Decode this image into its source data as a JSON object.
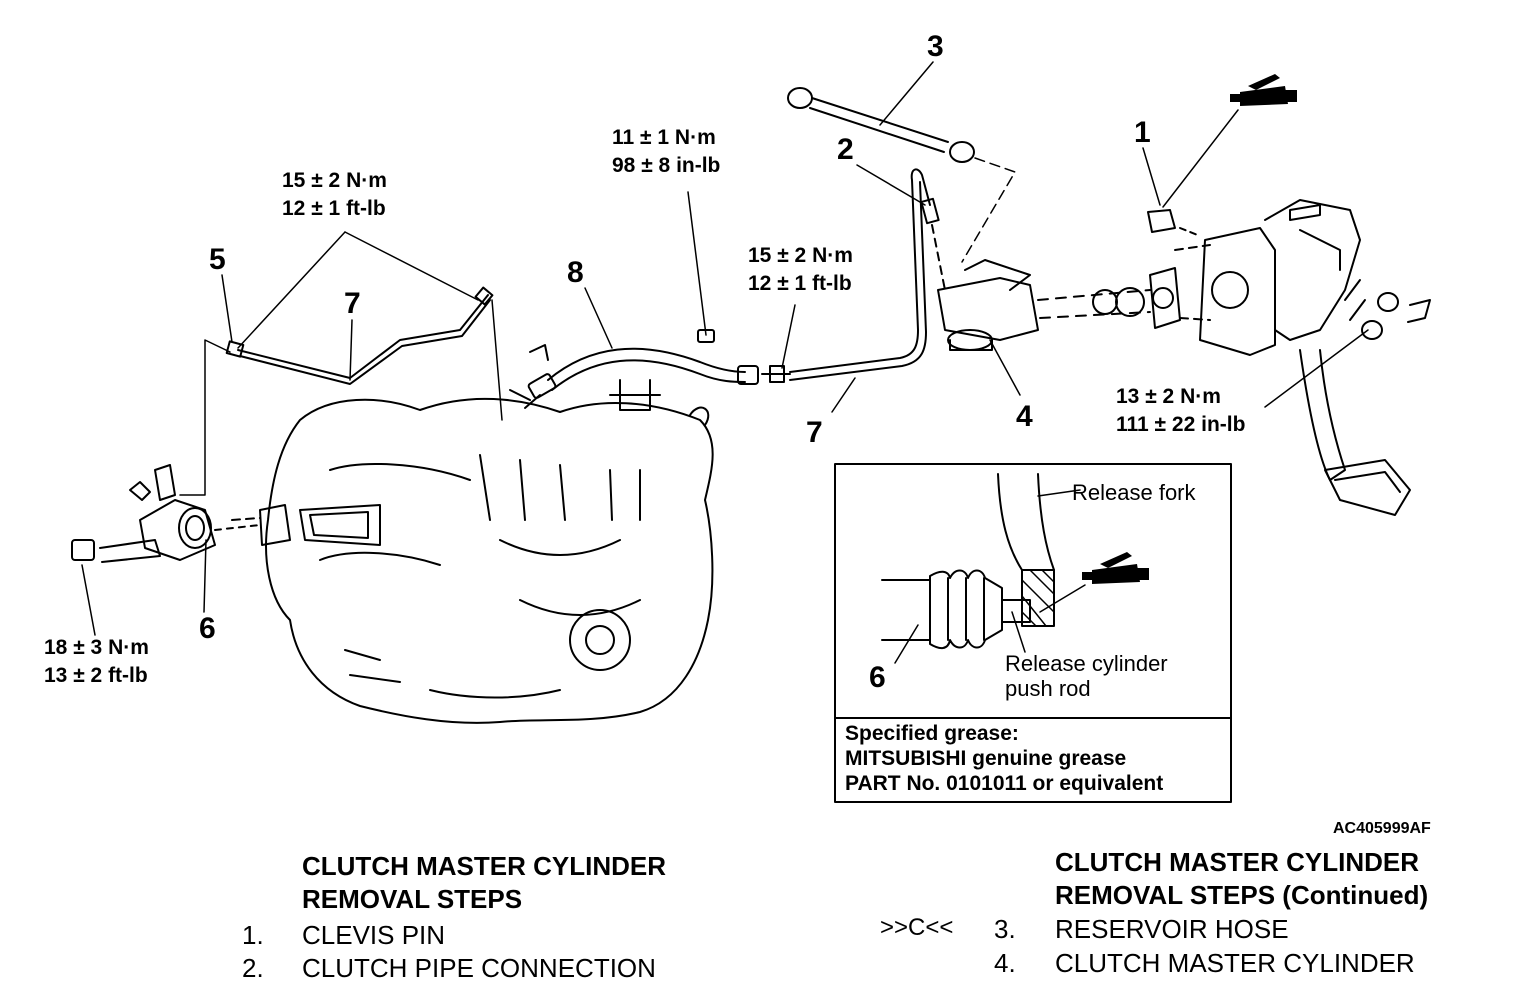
{
  "callouts": {
    "c1": "1",
    "c2": "2",
    "c3": "3",
    "c4": "4",
    "c5": "5",
    "c6": "6",
    "c7a": "7",
    "c7b": "7",
    "c8": "8",
    "c6_inset": "6"
  },
  "torques": {
    "t_clutch_pipe_left": {
      "line1": "15 ± 2 N·m",
      "line2": "12 ± 1 ft-lb"
    },
    "t_pipe_center": {
      "line1": "11 ± 1 N·m",
      "line2": "98 ± 8 in-lb"
    },
    "t_pipe_union": {
      "line1": "15 ± 2 N·m",
      "line2": "12 ± 1 ft-lb"
    },
    "t_release_bolt": {
      "line1": "18 ± 3 N·m",
      "line2": "13 ± 2 ft-lb"
    },
    "t_pedal_nut": {
      "line1": "13 ± 2 N·m",
      "line2": "111 ± 22 in-lb"
    }
  },
  "inset": {
    "release_fork": "Release fork",
    "push_rod_line1": "Release cylinder",
    "push_rod_line2": "push rod",
    "grease_line1": "Specified grease:",
    "grease_line2": "MITSUBISHI genuine grease",
    "grease_line3": "PART No. 0101011 or equivalent"
  },
  "figure_code": "AC405999AF",
  "steps_left": {
    "title_line1": "CLUTCH MASTER CYLINDER",
    "title_line2": "REMOVAL STEPS",
    "items": [
      {
        "num": "1.",
        "label": "CLEVIS PIN"
      },
      {
        "num": "2.",
        "label": "CLUTCH PIPE CONNECTION"
      }
    ]
  },
  "steps_right": {
    "title_line1": "CLUTCH MASTER CYLINDER",
    "title_line2": "REMOVAL STEPS (Continued)",
    "items": [
      {
        "marker": ">>C<<",
        "num": "3.",
        "label": "RESERVOIR HOSE"
      },
      {
        "marker": "",
        "num": "4.",
        "label": "CLUTCH MASTER CYLINDER"
      }
    ]
  },
  "icons": [
    "grease-gun-icon"
  ]
}
